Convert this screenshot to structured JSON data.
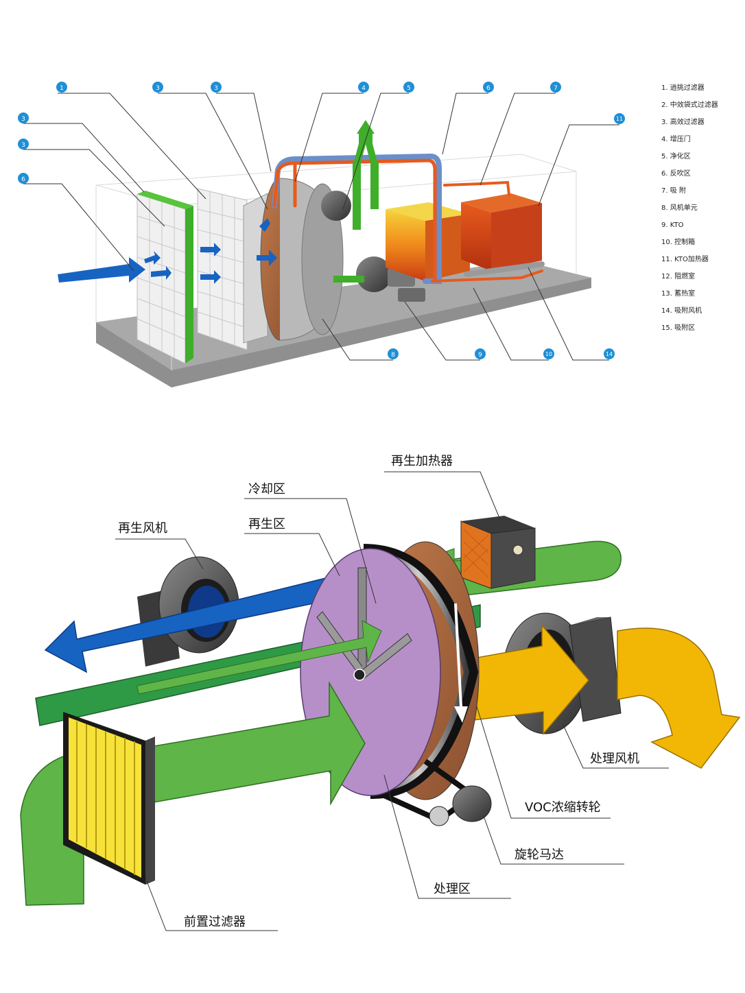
{
  "top": {
    "badges": [
      "1",
      "3",
      "3",
      "4",
      "5",
      "6",
      "7",
      "3",
      "3",
      "6",
      "11",
      "8",
      "9",
      "10",
      "14"
    ],
    "legend": [
      {
        "num": "1.",
        "text": "逍挑过滤器"
      },
      {
        "num": "2.",
        "text": "中效袋式过滤器"
      },
      {
        "num": "3.",
        "text": "高效过滤器"
      },
      {
        "num": "4.",
        "text": "增压门"
      },
      {
        "num": "5.",
        "text": "净化区"
      },
      {
        "num": "6.",
        "text": "反吹区"
      },
      {
        "num": "7.",
        "text": "吸 附"
      },
      {
        "num": "8.",
        "text": "风机单元"
      },
      {
        "num": "9.",
        "text": "KTO"
      },
      {
        "num": "10.",
        "text": "控制箱"
      },
      {
        "num": "11.",
        "text": "KTO加热器"
      },
      {
        "num": "12.",
        "text": "阻燃室"
      },
      {
        "num": "13.",
        "text": "蓄热室"
      },
      {
        "num": "14.",
        "text": "吸附风机"
      },
      {
        "num": "15.",
        "text": "吸附区"
      }
    ]
  },
  "bottom": {
    "labels": {
      "regen_heater": "再生加热器",
      "cooling_zone": "冷却区",
      "regen_zone": "再生区",
      "regen_fan": "再生风机",
      "process_fan": "处理风机",
      "voc_wheel": "VOC浓缩转轮",
      "wheel_motor": "旋轮马达",
      "process_zone": "处理区",
      "pre_filter": "前置过滤器"
    }
  },
  "colors": {
    "badge": "#1f8fd6",
    "blue_flow": "#1763c2",
    "green_flow": "#5fb548",
    "yellow_flow": "#f2b705",
    "wheel_purple": "#b68fc8",
    "pipe_orange": "#e85a1c"
  }
}
